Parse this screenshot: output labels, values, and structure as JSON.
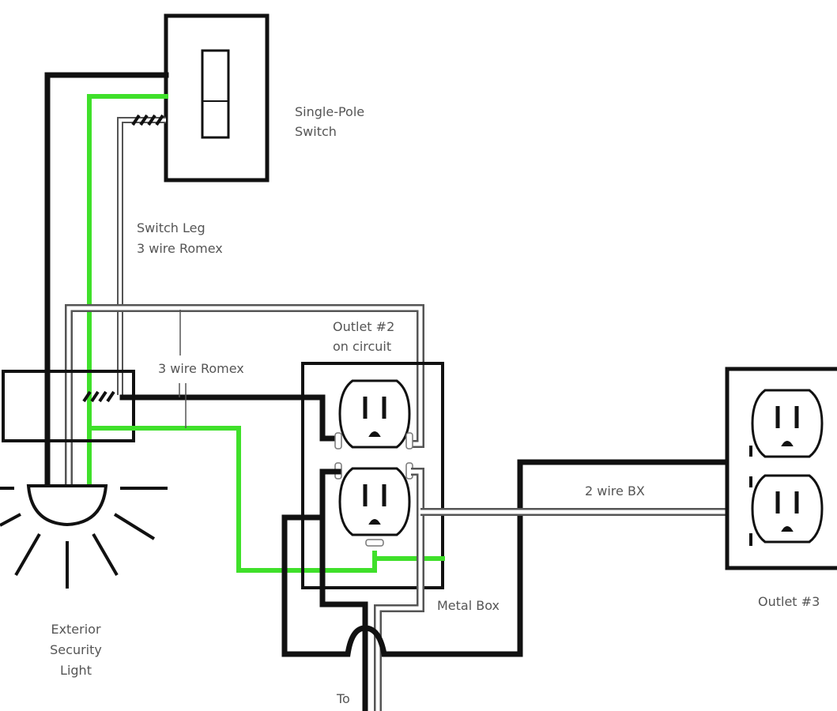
{
  "diagram": {
    "title": "Wiring diagram: switch, exterior light and outlets",
    "colors": {
      "hot": "#111111",
      "ground": "#3fe02a",
      "neutral": "#ffffff",
      "label": "#555555"
    },
    "labels": {
      "switch": [
        "Single-Pole",
        "Switch"
      ],
      "switch_leg": [
        "Switch Leg",
        "3 wire Romex"
      ],
      "romex": "3 wire Romex",
      "outlet2": [
        "Outlet #2",
        "on circuit"
      ],
      "bx": "2 wire BX",
      "metal_box": "Metal Box",
      "outlet3": "Outlet #3",
      "light": [
        "Exterior",
        "Security",
        "Light"
      ],
      "to": "To"
    },
    "components": [
      {
        "id": "single-pole-switch",
        "type": "switch"
      },
      {
        "id": "junction-box",
        "type": "box"
      },
      {
        "id": "exterior-security-light",
        "type": "light"
      },
      {
        "id": "outlet-2",
        "type": "duplex-outlet",
        "enclosure": "Metal Box"
      },
      {
        "id": "outlet-3",
        "type": "duplex-outlet"
      }
    ],
    "connections": [
      {
        "from": "junction-box",
        "to": "single-pole-switch",
        "cable": "3 wire Romex"
      },
      {
        "from": "junction-box",
        "to": "outlet-2",
        "cable": "3 wire Romex"
      },
      {
        "from": "outlet-2",
        "to": "outlet-3",
        "cable": "2 wire BX"
      }
    ]
  }
}
